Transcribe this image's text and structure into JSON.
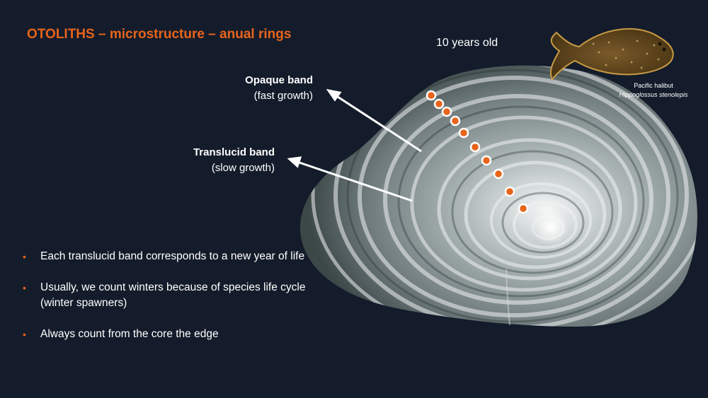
{
  "slide": {
    "title": "OTOLITHS – microstructure – anual rings",
    "age_label": "10 years old",
    "opaque": {
      "name": "Opaque band",
      "description": "(fast growth)"
    },
    "translucid": {
      "name": "Translucid band",
      "description": "(slow growth)"
    },
    "species": {
      "common_name": "Pacific halibut",
      "scientific_name": "Hippoglossus stenolepis"
    },
    "bullets": [
      "Each translucid band corresponds to a new year of life",
      "Usually, we count winters because of species life cycle (winter spawners)",
      "Always count from the core the edge"
    ],
    "ring_marker_count": 10,
    "colors": {
      "background": "#141c2b",
      "accent": "#e8641b",
      "text": "#ffffff"
    }
  }
}
